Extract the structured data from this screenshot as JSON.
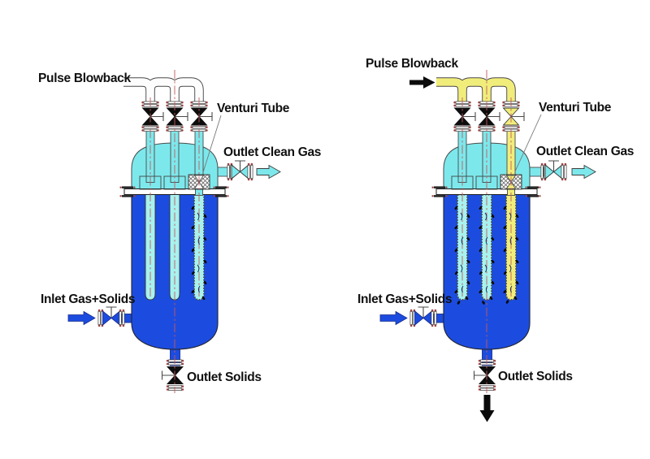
{
  "colors": {
    "background": "#ffffff",
    "cyan": "#7de8ec",
    "candle_cyan": "#a8f2ee",
    "blue": "#1c4cdf",
    "yellow": "#f1ed7b",
    "valve_black": "#0d0d0d",
    "bolt": "#9a4444",
    "centerline_red": "#c25b5b"
  },
  "left_diagram": {
    "pulse_blowback_label": "Pulse Blowback",
    "venturi_tube_label": "Venturi Tube",
    "outlet_clean_gas_label": "Outlet Clean Gas",
    "inlet_gas_solids_label": "Inlet Gas+Solids",
    "outlet_solids_label": "Outlet Solids"
  },
  "right_diagram": {
    "pulse_blowback_label": "Pulse Blowback",
    "venturi_tube_label": "Venturi Tube",
    "outlet_clean_gas_label": "Outlet Clean Gas",
    "inlet_gas_solids_label": "Inlet Gas+Solids",
    "outlet_solids_label": "Outlet Solids"
  }
}
